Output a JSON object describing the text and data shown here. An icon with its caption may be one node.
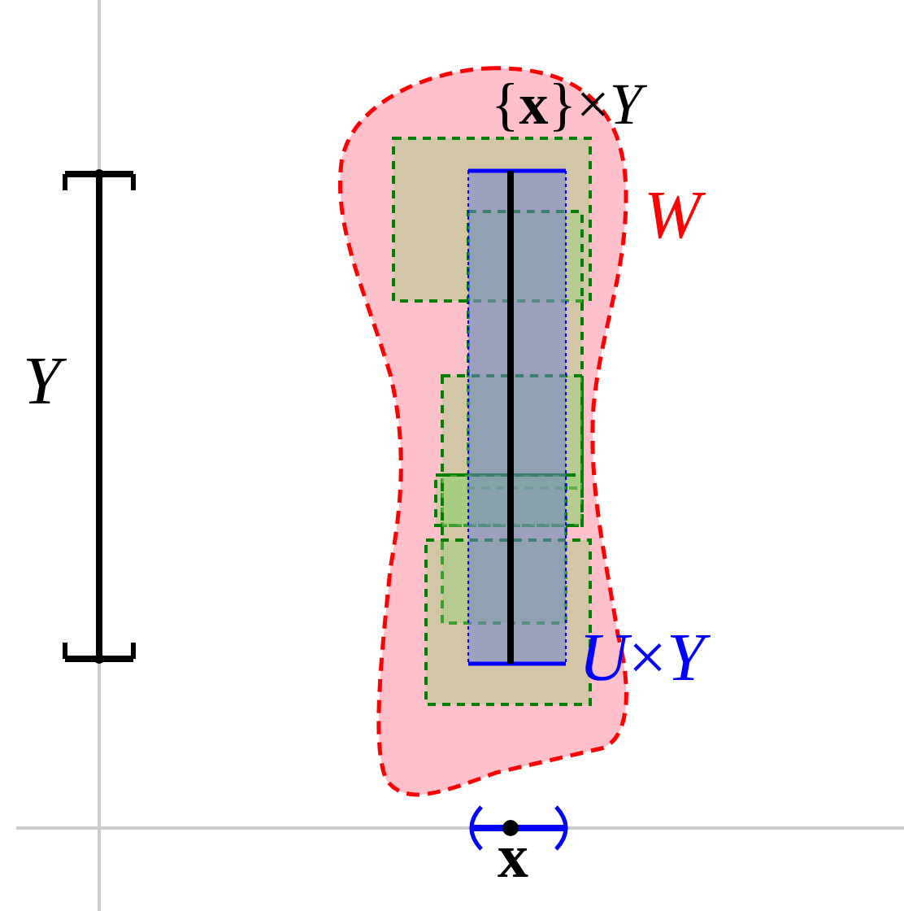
{
  "diagram": {
    "labels": [
      "{**x**}×*Y*",
      "*W*",
      "*Y*",
      "*U*×*Y*",
      "**x**"
    ]
  }
}
